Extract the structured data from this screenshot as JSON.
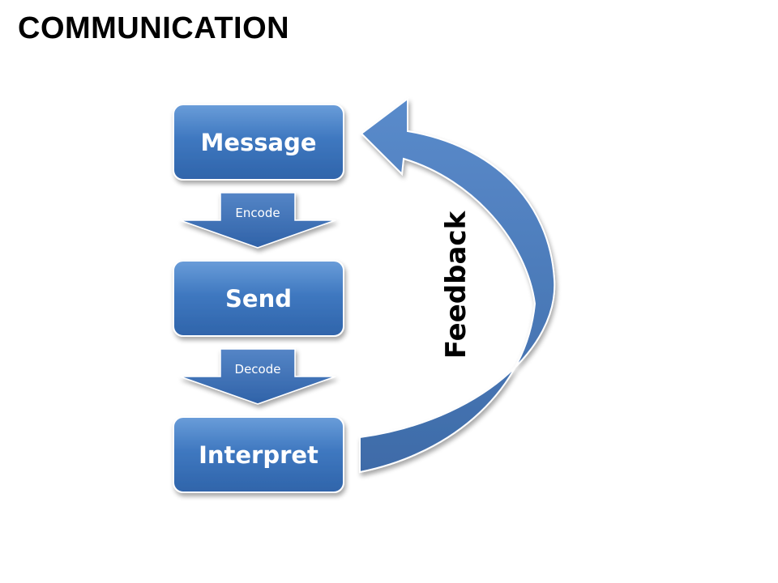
{
  "title": "COMMUNICATION",
  "colors": {
    "box_fill": "#3a70b6",
    "box_highlight": "#5b90d2",
    "arrow_fill": "#3c6eb0",
    "feedback_arrow": "#4a7bbd"
  },
  "steps": [
    {
      "label": "Message"
    },
    {
      "label": "Send"
    },
    {
      "label": "Interpret"
    }
  ],
  "transitions": [
    {
      "label": "Encode"
    },
    {
      "label": "Decode"
    }
  ],
  "feedback": {
    "label": "Feedback"
  }
}
